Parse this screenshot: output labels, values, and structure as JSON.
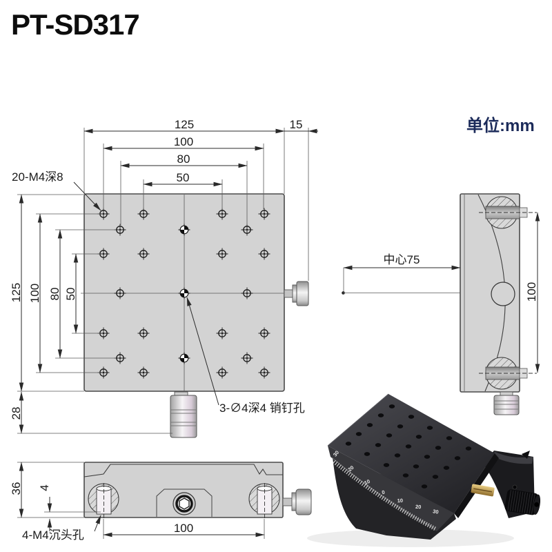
{
  "page": {
    "title": "PT-SD317",
    "unit_label": "单位:mm"
  },
  "colors": {
    "unit_label": "#1c2b5a",
    "line": "#3f3f3f",
    "plate_fill": "#d3d3d3",
    "photo_black": "#222226"
  },
  "top_view": {
    "dim_width_overall": "125",
    "dim_width_100": "100",
    "dim_width_80": "80",
    "dim_width_50": "50",
    "dim_knob_side": "15",
    "dim_height_overall": "125",
    "dim_height_100": "100",
    "dim_height_80": "80",
    "dim_height_50": "50",
    "dim_knob_bottom": "28",
    "label_thread_holes": "20-M4深8",
    "label_pin_holes": "3-∅4深4 销钉孔"
  },
  "side_view": {
    "dim_center": "中心75",
    "dim_span": "100"
  },
  "front_view": {
    "dim_height": "36",
    "dim_counter_depth": "4",
    "dim_hole_span": "100",
    "label_countersunk": "4-M4沉头孔"
  },
  "photo": {
    "scale_labels": [
      "30",
      "20",
      "10",
      "0",
      "10",
      "20",
      "30"
    ]
  }
}
